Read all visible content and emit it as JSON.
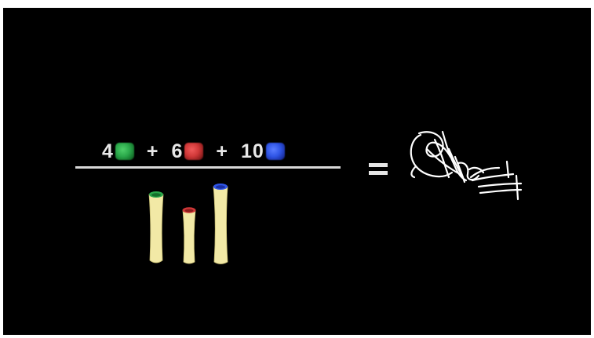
{
  "equation": {
    "terms": [
      {
        "count": "4",
        "color_name": "green",
        "color": "#2aa84a"
      },
      {
        "count": "6",
        "color_name": "red",
        "color": "#d03838"
      },
      {
        "count": "10",
        "color_name": "blue",
        "color": "#2f55e6"
      }
    ],
    "plus_symbol": "+",
    "equals_symbol": "="
  },
  "tubes": [
    {
      "cap_color_name": "green",
      "cap_color": "#2aa84a",
      "relative_length": 0.72
    },
    {
      "cap_color_name": "red",
      "cap_color": "#d03838",
      "relative_length": 0.55
    },
    {
      "cap_color_name": "blue",
      "cap_color": "#2f55e6",
      "relative_length": 0.95
    }
  ],
  "colors": {
    "background": "#000000",
    "text": "#e8e8e8",
    "tube_body": "#f2e9a6",
    "tangle": "#ffffff"
  },
  "icons": {
    "tangle": "tangled-strands-icon"
  }
}
